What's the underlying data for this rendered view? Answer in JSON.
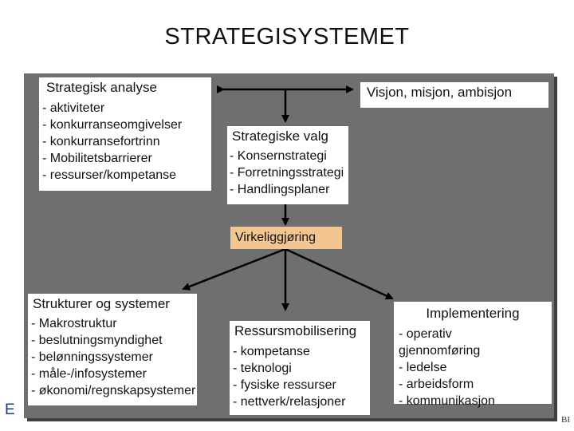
{
  "title": "STRATEGISYSTEMET",
  "analysis": {
    "heading": "Strategisk analyse",
    "items": [
      "- aktiviteter",
      "- konkurranseomgivelser",
      "- konkurransefortrinn",
      "- Mobilitetsbarrierer",
      "- ressurser/kompetanse"
    ]
  },
  "vision": {
    "heading": "Visjon, misjon, ambisjon"
  },
  "choices": {
    "heading": "Strategiske valg",
    "items": [
      "- Konsernstrategi",
      "- Forretningsstrategi",
      "- Handlingsplaner"
    ]
  },
  "realization": {
    "label": "Virkeliggjøring"
  },
  "structures": {
    "heading": "Strukturer og systemer",
    "items": [
      "- Makrostruktur",
      "- beslutningsmyndighet",
      "- belønningssystemer",
      "- måle-/infosystemer",
      "- økonomi/regnskapsystemer"
    ]
  },
  "resources": {
    "heading": "Ressursmobilisering",
    "items": [
      "- kompetanse",
      "- teknologi",
      "- fysiske ressurser",
      "- nettverk/relasjoner"
    ]
  },
  "implementation": {
    "heading": "Implementering",
    "items": [
      "- operativ",
      "gjennomføring",
      "- ledelse",
      "- arbeidsform",
      "- kommunikasjon"
    ]
  },
  "edge_letter": "E",
  "logo_text": "BI",
  "colors": {
    "panel": "#6f6f6f",
    "highlight": "#f3c590",
    "box": "#ffffff"
  }
}
